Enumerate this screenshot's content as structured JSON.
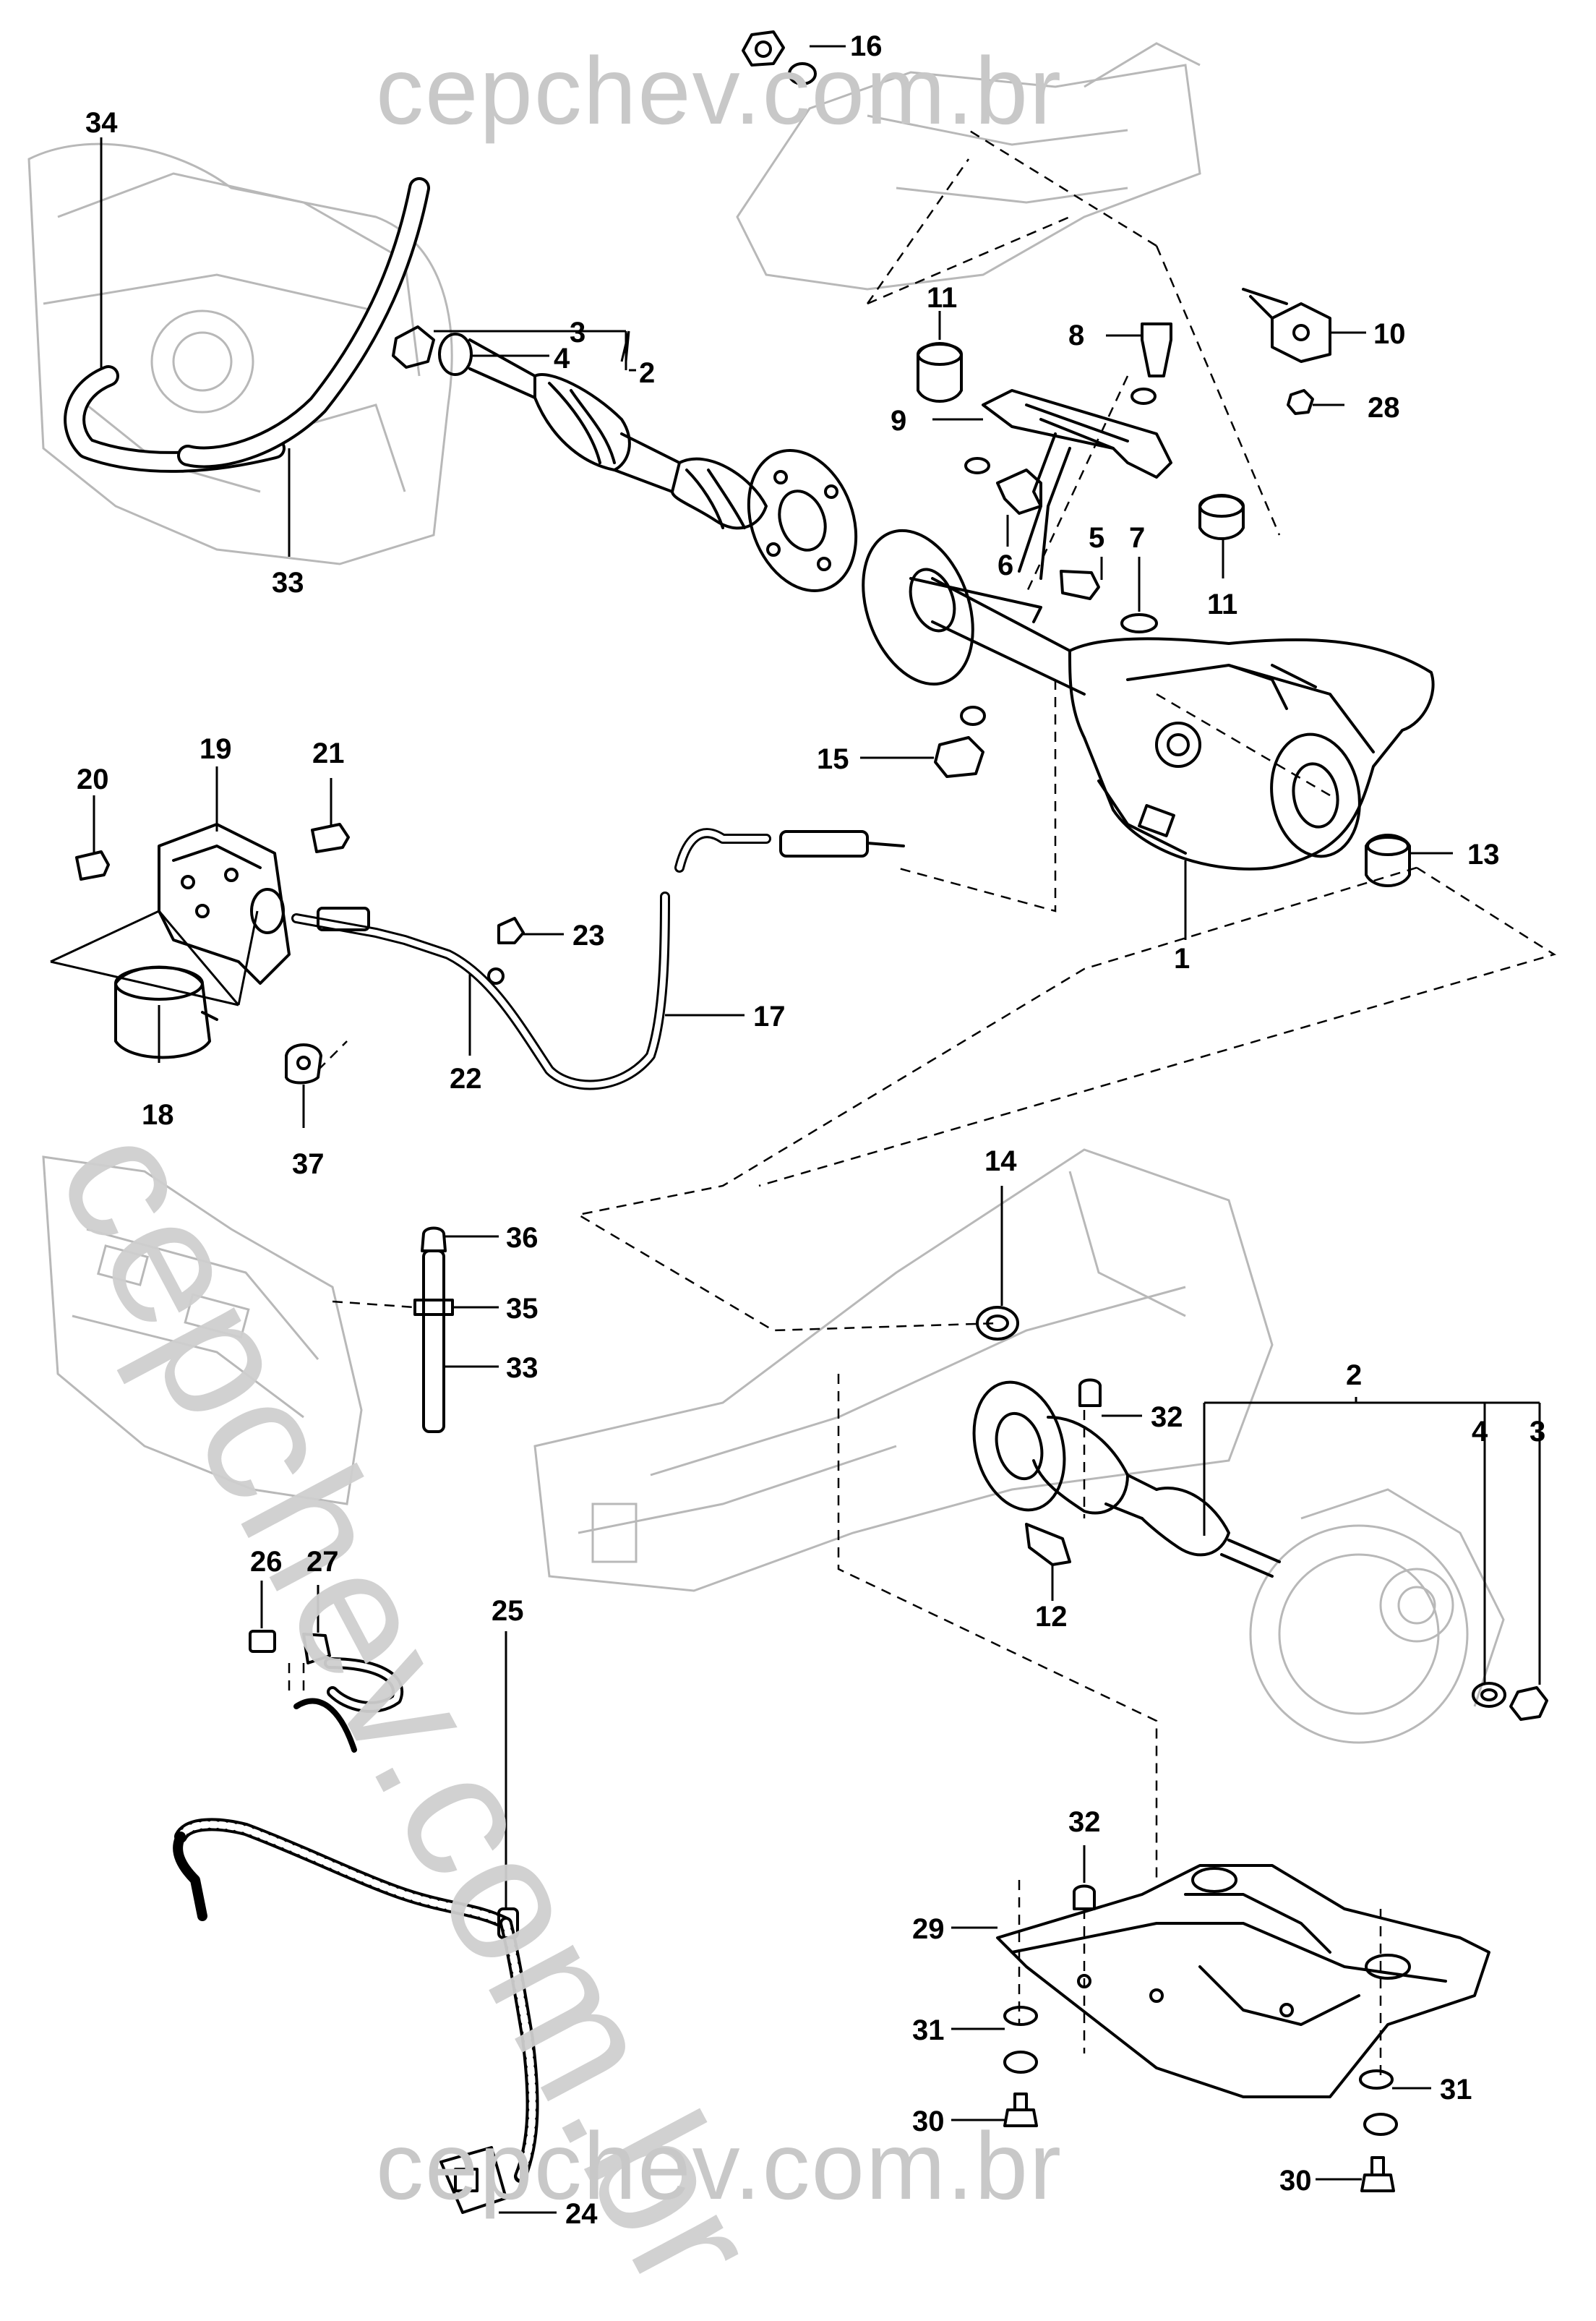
{
  "watermarks": {
    "top": "cepchev.com.br",
    "diagonal": "cepchev.com.br",
    "bottom": "cepchev.com.br"
  },
  "callouts": [
    {
      "id": "c16",
      "label": "16"
    },
    {
      "id": "c34",
      "label": "34"
    },
    {
      "id": "c3a",
      "label": "3"
    },
    {
      "id": "c4a",
      "label": "4"
    },
    {
      "id": "c2a",
      "label": "2"
    },
    {
      "id": "c11a",
      "label": "11"
    },
    {
      "id": "c8",
      "label": "8"
    },
    {
      "id": "c10",
      "label": "10"
    },
    {
      "id": "c28",
      "label": "28"
    },
    {
      "id": "c9",
      "label": "9"
    },
    {
      "id": "c33a",
      "label": "33"
    },
    {
      "id": "c6",
      "label": "6"
    },
    {
      "id": "c5",
      "label": "5"
    },
    {
      "id": "c7",
      "label": "7"
    },
    {
      "id": "c11b",
      "label": "11"
    },
    {
      "id": "c19",
      "label": "19"
    },
    {
      "id": "c20",
      "label": "20"
    },
    {
      "id": "c21",
      "label": "21"
    },
    {
      "id": "c15",
      "label": "15"
    },
    {
      "id": "c13",
      "label": "13"
    },
    {
      "id": "c23",
      "label": "23"
    },
    {
      "id": "c1",
      "label": "1"
    },
    {
      "id": "c17",
      "label": "17"
    },
    {
      "id": "c22",
      "label": "22"
    },
    {
      "id": "c18",
      "label": "18"
    },
    {
      "id": "c37",
      "label": "37"
    },
    {
      "id": "c14",
      "label": "14"
    },
    {
      "id": "c36",
      "label": "36"
    },
    {
      "id": "c35",
      "label": "35"
    },
    {
      "id": "c33b",
      "label": "33"
    },
    {
      "id": "c2b",
      "label": "2"
    },
    {
      "id": "c32a",
      "label": "32"
    },
    {
      "id": "c4b",
      "label": "4"
    },
    {
      "id": "c3b",
      "label": "3"
    },
    {
      "id": "c26",
      "label": "26"
    },
    {
      "id": "c27",
      "label": "27"
    },
    {
      "id": "c12",
      "label": "12"
    },
    {
      "id": "c25",
      "label": "25"
    },
    {
      "id": "c32b",
      "label": "32"
    },
    {
      "id": "c29",
      "label": "29"
    },
    {
      "id": "c31a",
      "label": "31"
    },
    {
      "id": "c31b",
      "label": "31"
    },
    {
      "id": "c30a",
      "label": "30"
    },
    {
      "id": "c30b",
      "label": "30"
    },
    {
      "id": "c24",
      "label": "24"
    }
  ],
  "colors": {
    "ink": "#000000",
    "ghost": "#b5b5b5",
    "watermark": "#c8c8c8"
  }
}
